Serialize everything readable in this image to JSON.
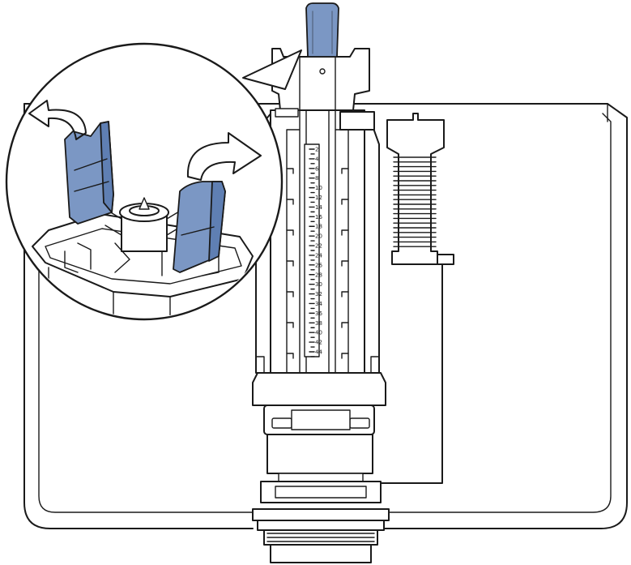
{
  "colors": {
    "line": "#1a1a1a",
    "blue": "#7b97c4",
    "blue_shade": "#5f7fb3",
    "background": "#ffffff"
  },
  "scale": {
    "labels": [
      "2",
      "4",
      "6",
      "8",
      "10",
      "12",
      "14",
      "16",
      "18",
      "20",
      "22",
      "24",
      "26",
      "28",
      "30",
      "32",
      "34",
      "36",
      "38",
      "40",
      "42",
      "44"
    ]
  },
  "icons": {
    "rotate_left": "curved-arrow-left-icon",
    "rotate_right": "curved-arrow-right-icon"
  }
}
